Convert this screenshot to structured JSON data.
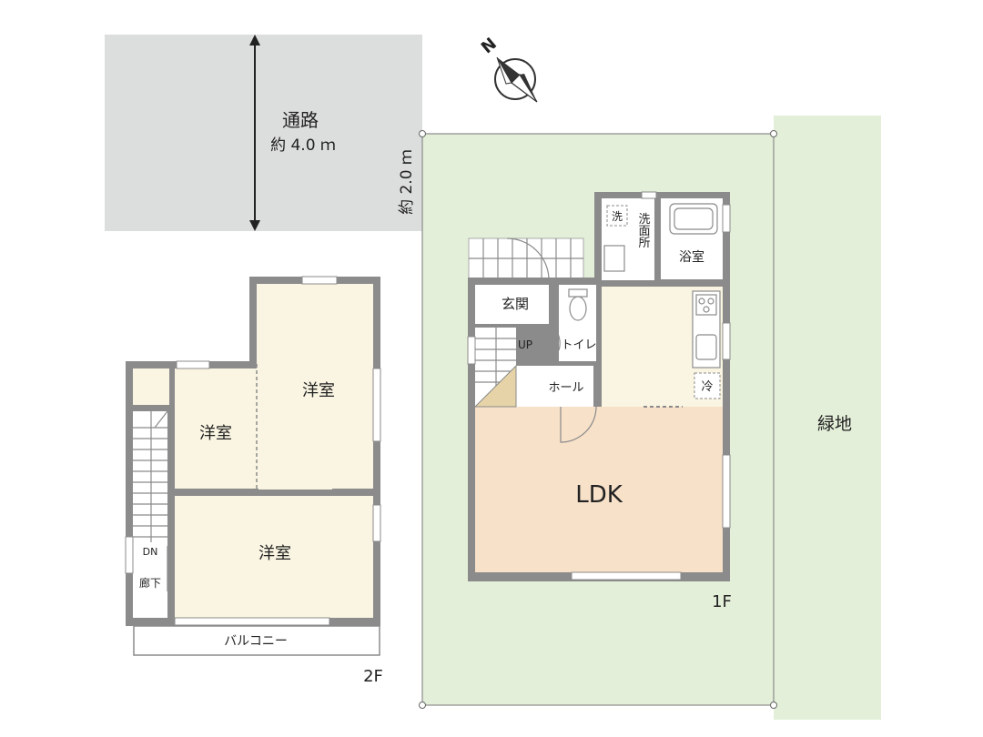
{
  "road": {
    "label": "通路",
    "width": "約 4.0 ｍ",
    "depth": "約 2.0 ｍ"
  },
  "compass": {
    "north": "N"
  },
  "land": {
    "greenery": "緑地"
  },
  "floor1": {
    "label": "1F",
    "rooms": {
      "entrance": "玄関",
      "hall": "ホール",
      "toilet": "トイレ",
      "washroom": "洗面所",
      "washer": "洗",
      "bath": "浴室",
      "fridge": "冷",
      "ldk": "LDK",
      "stairs_up": "UP"
    }
  },
  "floor2": {
    "label": "2F",
    "rooms": {
      "western_large": "洋室",
      "western_small": "洋室",
      "western_bottom": "洋室",
      "corridor": "廊下",
      "stairs_down": "DN",
      "balcony": "バルコニー"
    }
  },
  "colors": {
    "road": "#dcdddd",
    "greenery": "#e4efd9",
    "room_floor": "#f9f5e2",
    "ldk_floor": "#f7e1c9",
    "wall": "#8b8b8b"
  }
}
